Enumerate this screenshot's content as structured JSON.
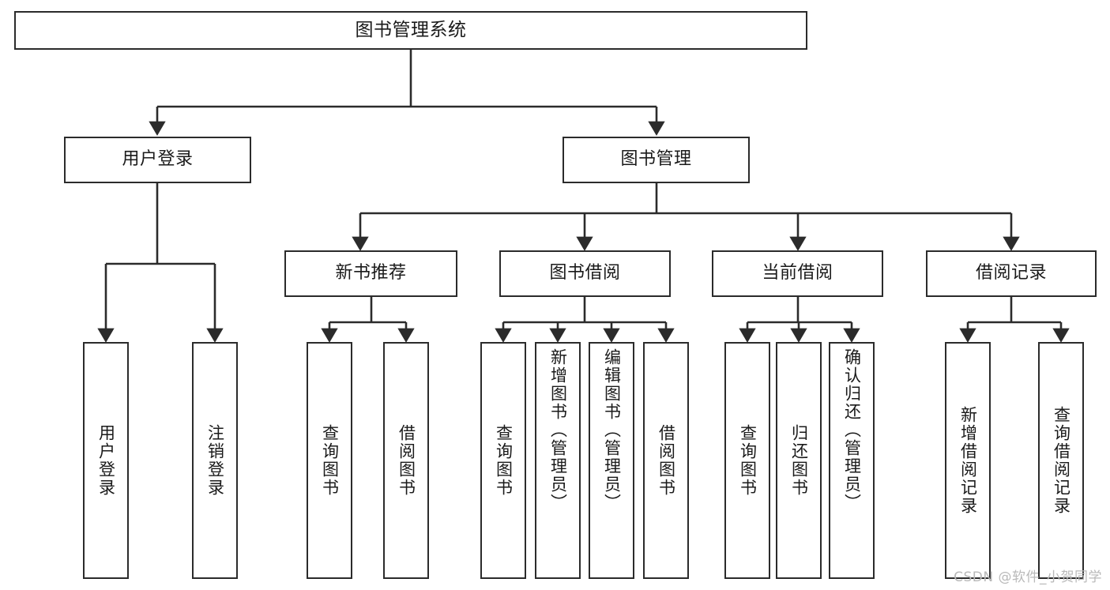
{
  "diagram": {
    "title": "图书管理系统",
    "type": "tree-hierarchy-chart",
    "root": {
      "id": "root",
      "label": "图书管理系统"
    },
    "level1": [
      {
        "id": "user-login",
        "label": "用户登录"
      },
      {
        "id": "book-manage",
        "label": "图书管理"
      }
    ],
    "level2": [
      {
        "id": "new-book-recommend",
        "label": "新书推荐",
        "parent": "book-manage"
      },
      {
        "id": "book-borrow",
        "label": "图书借阅",
        "parent": "book-manage"
      },
      {
        "id": "current-borrow",
        "label": "当前借阅",
        "parent": "book-manage"
      },
      {
        "id": "borrow-record",
        "label": "借阅记录",
        "parent": "book-manage"
      }
    ],
    "leaves": {
      "user_login": [
        {
          "id": "leaf-user-login",
          "label": "用户登录"
        },
        {
          "id": "leaf-logout-login",
          "label": "注销登录"
        }
      ],
      "new_book_recommend": [
        {
          "id": "leaf-query-book-1",
          "label": "查询图书"
        },
        {
          "id": "leaf-borrow-book-1",
          "label": "借阅图书"
        }
      ],
      "book_borrow": [
        {
          "id": "leaf-query-book-2",
          "label": "查询图书"
        },
        {
          "id": "leaf-add-book",
          "label": "新增图书（管理员）"
        },
        {
          "id": "leaf-edit-book",
          "label": "编辑图书（管理员）"
        },
        {
          "id": "leaf-borrow-book-2",
          "label": "借阅图书"
        }
      ],
      "current_borrow": [
        {
          "id": "leaf-query-book-3",
          "label": "查询图书"
        },
        {
          "id": "leaf-return-book",
          "label": "归还图书"
        },
        {
          "id": "leaf-confirm-return",
          "label": "确认归还（管理员）"
        }
      ],
      "borrow_record": [
        {
          "id": "leaf-add-record",
          "label": "新增借阅记录"
        },
        {
          "id": "leaf-query-record",
          "label": "查询借阅记录"
        }
      ]
    },
    "watermark": "CSDN @软件_小贺同学",
    "colors": {
      "stroke": "#2b2b2b",
      "fill": "#ffffff",
      "text": "#1a1a1a",
      "watermark": "#b9b9b9"
    }
  }
}
